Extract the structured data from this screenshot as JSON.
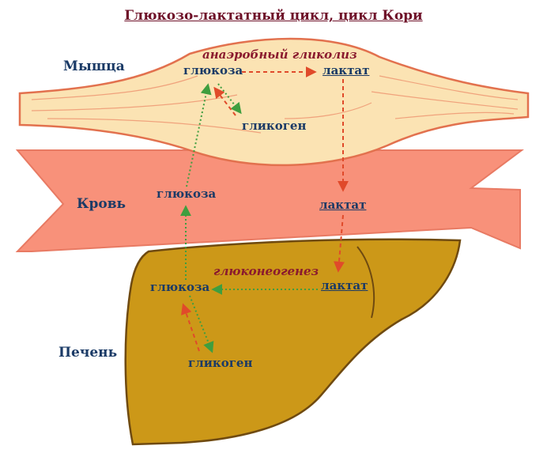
{
  "title": "Глюкозо-лактатный цикл, цикл Кори",
  "organs": {
    "muscle": "Мышца",
    "blood": "Кровь",
    "liver": "Печень"
  },
  "processes": {
    "glycolysis": "анаэробный гликолиз",
    "gluconeogenesis": "глюконеогенез"
  },
  "metabolites": {
    "muscle_glucose": "глюкоза",
    "muscle_lactate": "лактат",
    "muscle_glycogen": "гликоген",
    "blood_glucose": "глюкоза",
    "blood_lactate": "лактат",
    "liver_glucose": "глюкоза",
    "liver_lactate": "лактат",
    "liver_glycogen": "гликоген"
  },
  "colors": {
    "muscle_fill": "#fbe3b3",
    "muscle_stroke": "#e2714e",
    "blood_fill": "#f8917a",
    "blood_stroke": "#e87a63",
    "liver_fill": "#cc9818",
    "liver_stroke": "#6f4a10",
    "arrow_red": "#e04a2a",
    "arrow_green": "#3f9e3f",
    "label_blue": "#1a3a66",
    "title_red": "#6e1028"
  }
}
